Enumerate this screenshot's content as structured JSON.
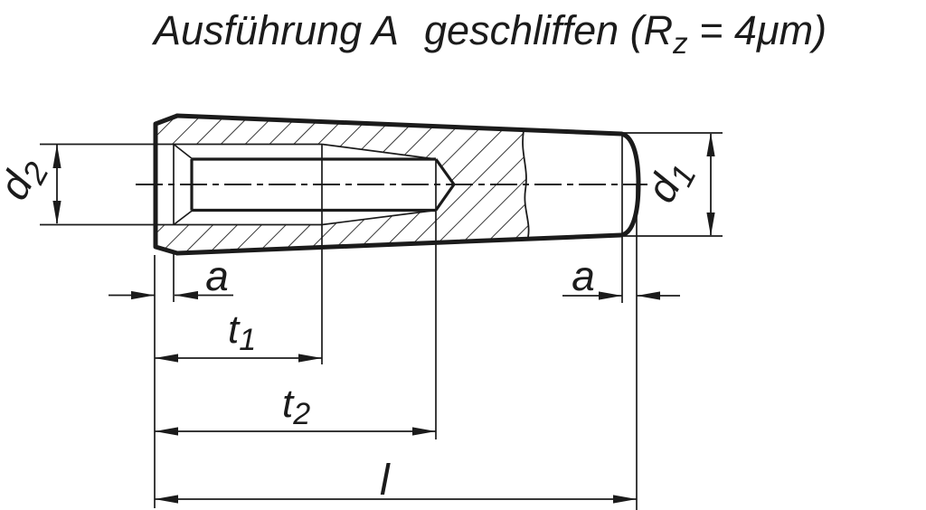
{
  "title": {
    "part1": "Ausführung A",
    "part2": "geschliffen (R",
    "subscript": "z",
    "part3": " = 4μm)"
  },
  "dimensions": {
    "d2_base": "d",
    "d2_sub": "2",
    "d1_base": "d",
    "d1_sub": "1",
    "a_left": "a",
    "a_right": "a",
    "t1_base": "t",
    "t1_sub": "1",
    "t2_base": "t",
    "t2_sub": "2",
    "length": "l"
  },
  "colors": {
    "ink": "#1b1b1b",
    "background": "#ffffff"
  }
}
